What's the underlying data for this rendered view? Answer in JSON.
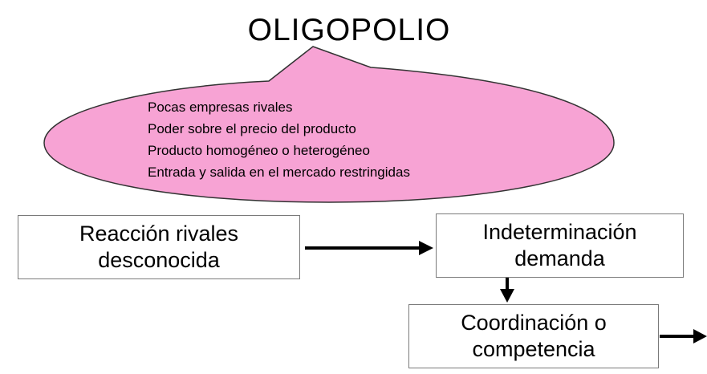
{
  "title": "OLIGOPOLIO",
  "bubble": {
    "fill": "#f7a3d4",
    "items": [
      "Pocas empresas rivales",
      "Poder sobre el precio del producto",
      "Producto homogéneo o heterogéneo",
      "Entrada y salida en el mercado restringidas"
    ]
  },
  "boxes": {
    "reaccion": {
      "line1": "Reacción rivales",
      "line2": "desconocida"
    },
    "indeterminacion": {
      "line1": "Indeterminación",
      "line2": "demanda"
    },
    "coordinacion": {
      "line1": "Coordinación o",
      "line2": "competencia"
    }
  }
}
